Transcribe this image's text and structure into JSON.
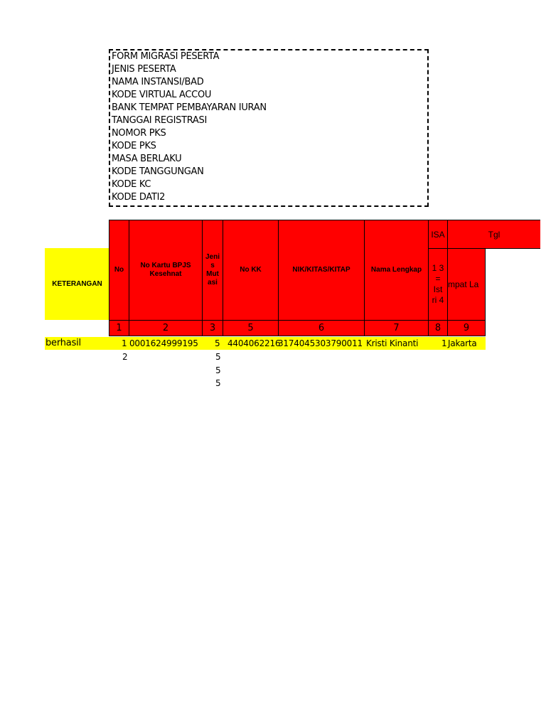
{
  "form": {
    "lines": [
      "FORM MIGRASI PESERTA",
      "JENIS PESERTA",
      "NAMA INSTANSI/BAD",
      "KODE VIRTUAL ACCOU",
      "BANK TEMPAT PEMBAYARAN IURAN",
      "TANGGAI REGISTRASI",
      "NOMOR PKS",
      "KODE PKS",
      "MASA BERLAKU",
      "KODE TANGGUNGAN",
      "KODE KC",
      "KODE DATI2"
    ]
  },
  "table": {
    "keterangan_header": "KETERANGAN",
    "headers": {
      "no": "No",
      "no_kartu": "No Kartu BPJS Kesehnat",
      "jenis_mutasi": "Jeni s Mut asi",
      "no_kk": "No KK",
      "nik": "NIK/KITAS/KITAP",
      "nama": "Nama Lengkap",
      "isa_top": "ISA",
      "isa_body": "1 3 = Ist ri 4",
      "tgl_top": "Tgl",
      "tempat": "mpat La"
    },
    "column_numbers": [
      "1",
      "2",
      "3",
      "5",
      "6",
      "7",
      "8",
      "9"
    ],
    "row1": {
      "keterangan": "berhasil",
      "no": "1",
      "no_kartu": "0001624999195",
      "jenis_mutasi": "5",
      "no_kk": "4404062216",
      "nik": "3174045303790011",
      "nama": "Kristi Kinanti",
      "isa": "1",
      "tempat": "Jakarta"
    },
    "extra_rows": [
      {
        "no": "2",
        "jenis_mutasi": "5"
      },
      {
        "jenis_mutasi": "5"
      },
      {
        "jenis_mutasi": "5"
      }
    ]
  }
}
